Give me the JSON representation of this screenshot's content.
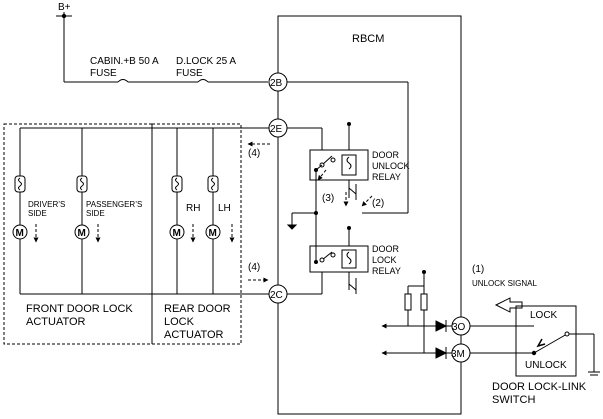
{
  "supply": {
    "bplus": "B+"
  },
  "fuses": {
    "cabin": [
      "CABIN.+B 50 A",
      "FUSE"
    ],
    "dlock": [
      "D.LOCK 25 A",
      "FUSE"
    ]
  },
  "module": {
    "name": "RBCM",
    "pins": {
      "p2b": "2B",
      "p2e": "2E",
      "p2c": "2C",
      "p3o": "3O",
      "p3m": "3M"
    }
  },
  "relays": {
    "unlock": [
      "DOOR",
      "UNLOCK",
      "RELAY"
    ],
    "lock": [
      "DOOR",
      "LOCK",
      "RELAY"
    ]
  },
  "markers": {
    "m1": "(1)",
    "m2": "(2)",
    "m3": "(3)",
    "m4a": "(4)",
    "m4b": "(4)"
  },
  "signal": {
    "unlock": "UNLOCK SIGNAL"
  },
  "actuators": {
    "driver": [
      "DRIVER’S",
      "SIDE"
    ],
    "passenger": [
      "PASSENGER’S",
      "SIDE"
    ],
    "rh": "RH",
    "lh": "LH",
    "motor": "M"
  },
  "groups": {
    "front": [
      "FRONT DOOR LOCK",
      "ACTUATOR"
    ],
    "rear": [
      "REAR DOOR",
      "LOCK",
      "ACTUATOR"
    ]
  },
  "switch": {
    "lock": "LOCK",
    "unlock": "UNLOCK",
    "name": [
      "DOOR LOCK-LINK",
      "SWITCH"
    ]
  }
}
